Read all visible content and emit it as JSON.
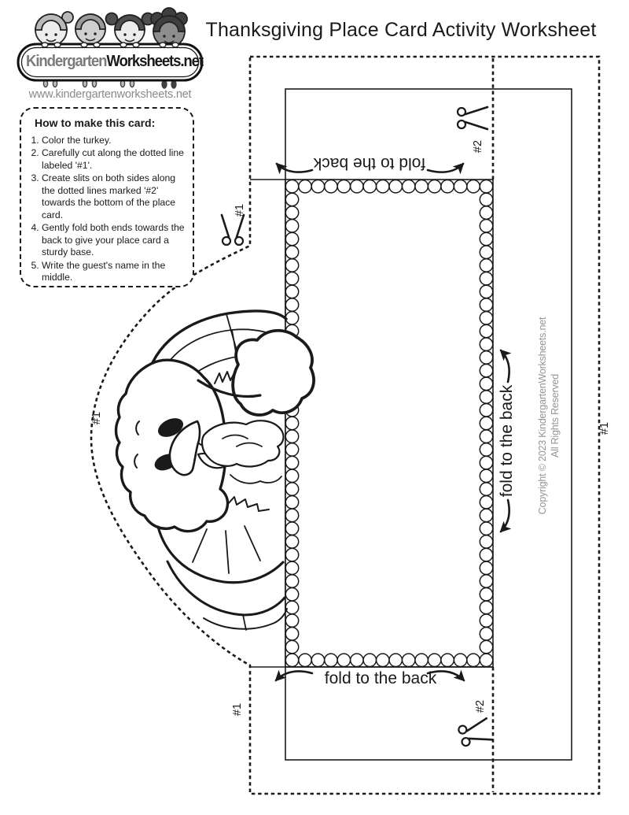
{
  "page": {
    "title": "Thanksgiving Place Card Activity Worksheet"
  },
  "logo": {
    "brand_gray": "Kindergarten",
    "brand_black": "Worksheets.net",
    "url": "www.kindergartenworksheets.net"
  },
  "instructions": {
    "heading": "How to make this card:",
    "steps": [
      "Color the turkey.",
      "Carefully cut along the dotted line labeled '#1'.",
      "Create slits on both sides along the dotted lines marked '#2' towards the bottom of the place card.",
      "Gently fold both ends towards the back to give your place card a sturdy base.",
      "Write the guest's name in the middle."
    ]
  },
  "labels": {
    "fold_top": "fold to the back",
    "fold_right": "fold to the back",
    "fold_bottom": "fold to the back",
    "cut1": "#1",
    "cut2": "#2"
  },
  "copyright": {
    "line1": "Copyright © 2023 KindergartenWorksheets.net",
    "line2": "All Rights Reserved"
  },
  "colors": {
    "ink": "#1a1a1a",
    "muted": "#949494"
  }
}
